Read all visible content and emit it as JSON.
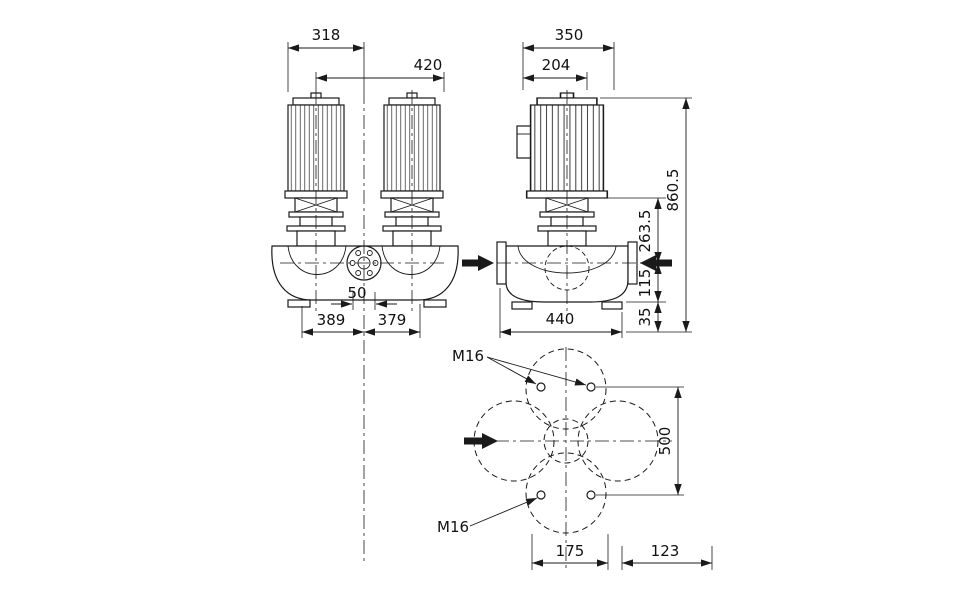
{
  "drawing": {
    "colors": {
      "line": "#1a1a1a",
      "background": "#ffffff"
    },
    "front_view": {
      "dim_318": "318",
      "dim_420": "420",
      "dim_50": "50",
      "dim_389": "389",
      "dim_379": "379"
    },
    "side_view": {
      "dim_350": "350",
      "dim_204": "204",
      "dim_860_5": "860.5",
      "dim_263_5": "263.5",
      "dim_115": "115",
      "dim_35": "35",
      "dim_440": "440"
    },
    "plan_view": {
      "thread_label_top": "M16",
      "thread_label_bottom": "M16",
      "dim_500": "500",
      "dim_175": "175",
      "dim_123": "123"
    }
  }
}
